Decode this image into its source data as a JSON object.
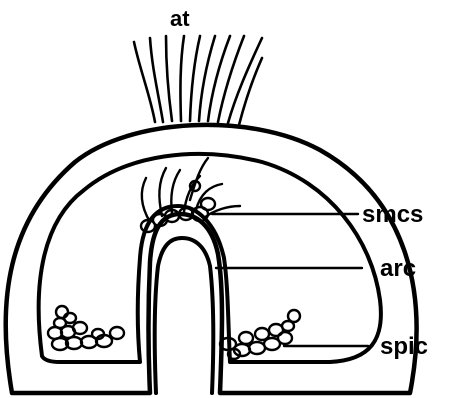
{
  "diagram": {
    "labels": {
      "at": "at",
      "smcs": "smcs",
      "arc": "arc",
      "spic": "spic"
    },
    "colors": {
      "ink": "#000000",
      "paper": "#ffffff"
    }
  }
}
